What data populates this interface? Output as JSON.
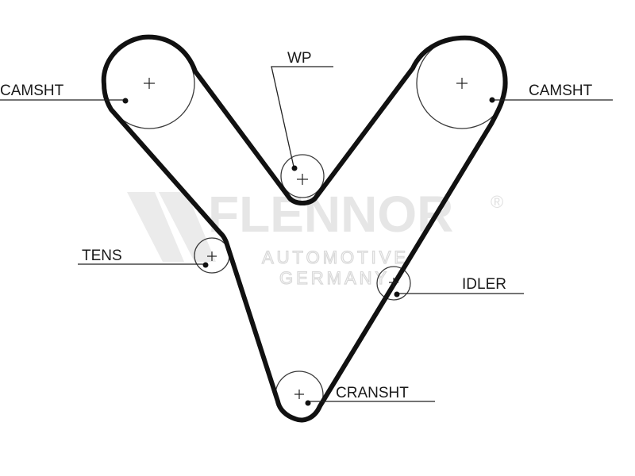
{
  "watermark": {
    "brand": "FLENNOR",
    "registered": "®",
    "line1": "AUTOMOTIVE",
    "line2": "GERMANY"
  },
  "labels": {
    "camsht_left": "CAMSHT",
    "camsht_right": "CAMSHT",
    "wp": "WP",
    "tens": "TENS",
    "idler": "IDLER",
    "cransht": "CRANSHT"
  }
}
